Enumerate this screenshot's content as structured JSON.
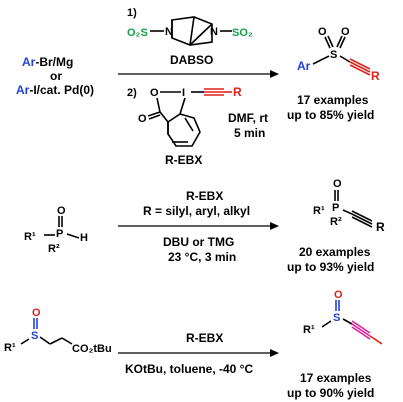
{
  "reaction1": {
    "reagent_line1_ar": "Ar",
    "reagent_line1_rest": "-Br/Mg",
    "reagent_line2": "or",
    "reagent_line3_ar": "Ar",
    "reagent_line3_rest": "-I/cat. Pd(0)",
    "step1_label": "1)",
    "dabso_left": "O₂S",
    "dabso_right": "SO₂",
    "dabso_n": "N",
    "dabso_name": "DABSO",
    "step2_label": "2)",
    "ebx_o": "O",
    "ebx_i": "I",
    "ebx_carbonyl_o": "O",
    "ebx_r": "R",
    "conditions1": "DMF, rt",
    "conditions2": "5 min",
    "ebx_name": "R-EBX",
    "product_ar": "Ar",
    "product_s": "S",
    "product_o": "O",
    "product_r": "R",
    "examples": "17 examples",
    "yield": "up to 85% yield"
  },
  "reaction2": {
    "reagent_o": "O",
    "reagent_p": "P",
    "reagent_r1": "R¹",
    "reagent_r2": "R²",
    "reagent_h": "H",
    "above_line1": "R-EBX",
    "above_line2": "R = silyl, aryl, alkyl",
    "below_line1": "DBU or TMG",
    "below_line2": "23 °C, 3 min",
    "product_o": "O",
    "product_p": "P",
    "product_r1": "R¹",
    "product_r2": "R²",
    "product_r": "R",
    "examples": "20 examples",
    "yield": "up to 93% yield"
  },
  "reaction3": {
    "reagent_o": "O",
    "reagent_s": "S",
    "reagent_r1": "R¹",
    "reagent_ester": "CO₂tBu",
    "above": "R-EBX",
    "below": "KOtBu, toluene, -40 °C",
    "product_o": "O",
    "product_s": "S",
    "product_r1": "R¹",
    "examples": "17 examples",
    "yield": "up to 90% yield"
  }
}
